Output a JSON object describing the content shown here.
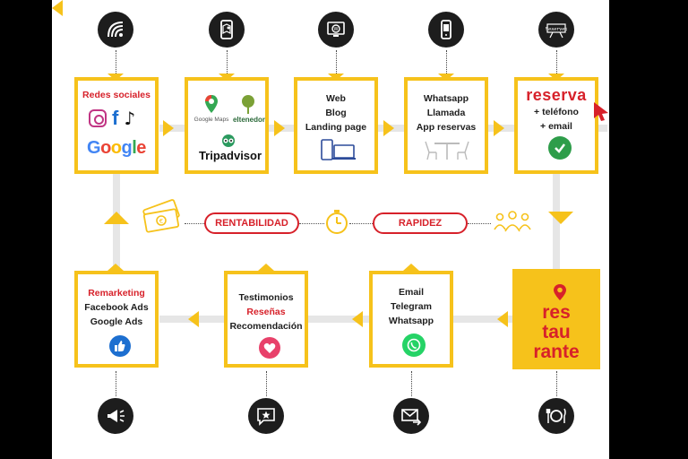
{
  "top_row": [
    {
      "icon": "wifi-signal-icon",
      "lines": [
        "Redes sociales"
      ],
      "logos": [
        "Google"
      ],
      "accent_first": true
    },
    {
      "icon": "map-phone-icon",
      "lines": [],
      "logos": [
        "Google Maps",
        "eltenedor",
        "Tripadvisor"
      ]
    },
    {
      "icon": "web-icon",
      "lines": [
        "Web",
        "Blog",
        "Landing page"
      ]
    },
    {
      "icon": "phone-icon",
      "lines": [
        "Whatsapp",
        "Llamada",
        "App reservas"
      ]
    },
    {
      "icon": "reserved-sign-icon",
      "icon_text": "Reserved",
      "title": "reserva",
      "lines": [
        "+ teléfono",
        "+ email"
      ]
    }
  ],
  "middle": {
    "left_pill": "RENTABILIDAD",
    "right_pill": "RAPIDEZ"
  },
  "bottom_row": [
    {
      "icon": "megaphone-icon",
      "lines": [
        "Remarketing",
        "Facebook Ads",
        "Google Ads"
      ]
    },
    {
      "icon": "star-chat-icon",
      "lines": [
        "Testimonios",
        "Reseñas",
        "Recomendación"
      ]
    },
    {
      "icon": "email-send-icon",
      "lines": [
        "Email",
        "Telegram",
        "Whatsapp"
      ]
    },
    {
      "icon": "plate-cutlery-icon",
      "lines": [
        "res",
        "tau",
        "rante"
      ]
    }
  ],
  "colors": {
    "accent": "#f6c21b",
    "brand_red": "#d7212a",
    "dark": "#1d1d1d",
    "whatsapp_green": "#25d366",
    "like_blue": "#1d6fd0",
    "heart_pink": "#e8416a"
  }
}
